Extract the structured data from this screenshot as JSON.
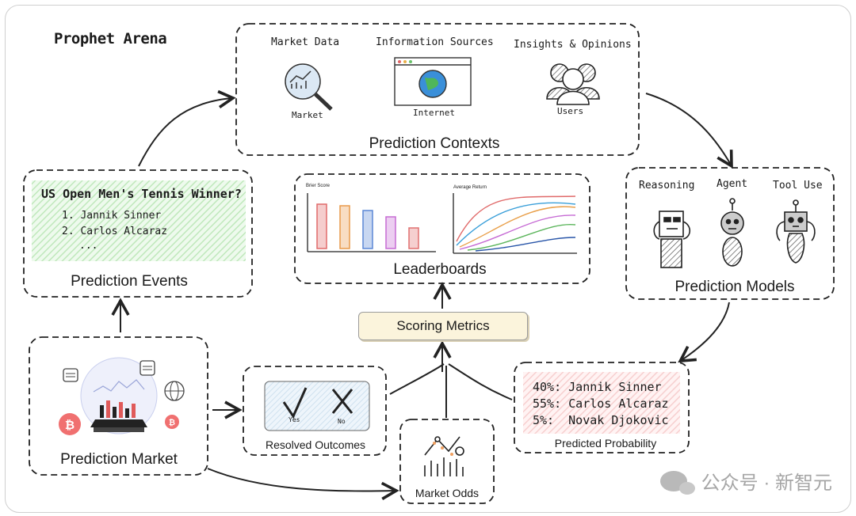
{
  "title": "Prophet Arena",
  "contexts": {
    "label": "Prediction Contexts",
    "items": [
      {
        "heading": "Market Data",
        "caption": "Market"
      },
      {
        "heading": "Information Sources",
        "caption": "Internet"
      },
      {
        "heading": "Insights & Opinions",
        "caption": "Users"
      }
    ]
  },
  "events": {
    "label": "Prediction Events",
    "question": "US Open Men's Tennis Winner?",
    "options": [
      "1. Jannik Sinner",
      "2. Carlos Alcaraz",
      "..."
    ]
  },
  "leaderboards": {
    "label": "Leaderboards",
    "brier_title": "Brier Score",
    "return_title": "Average Return"
  },
  "models": {
    "label": "Prediction Models",
    "items": [
      "Reasoning",
      "Agent",
      "Tool Use"
    ]
  },
  "scoring": {
    "label": "Scoring Metrics"
  },
  "market": {
    "label": "Prediction Market"
  },
  "outcomes": {
    "label": "Resolved Outcomes",
    "yes": "Yes",
    "no": "No"
  },
  "odds": {
    "label": "Market Odds"
  },
  "predicted": {
    "label": "Predicted Probability",
    "lines": [
      "40%: Jannik Sinner",
      "55%: Carlos Alcaraz",
      "5%:  Novak Djokovic"
    ]
  },
  "watermark": "公众号 · 新智元",
  "colors": {
    "events_fill": "#d8f3d6",
    "predicted_fill": "#fbdcdc",
    "scoring_fill": "#fbf4dc",
    "bar_colors": [
      "#e06a6a",
      "#e99a4b",
      "#5b87d6",
      "#c66bd4",
      "#e07070"
    ]
  }
}
